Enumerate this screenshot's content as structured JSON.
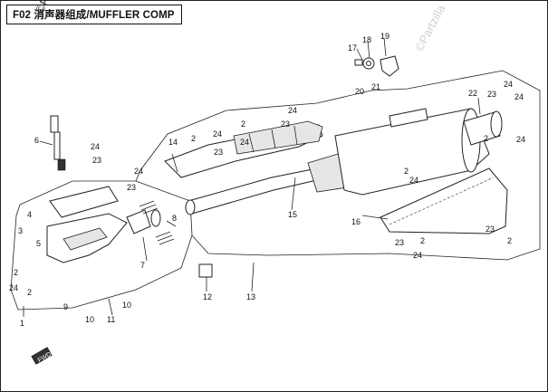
{
  "header": {
    "title": "F02 消声器组成/MUFFLER COMP"
  },
  "watermarks": {
    "left": "©Partzilla",
    "right": "©Partzilla"
  },
  "direction_tag": "FWD",
  "callouts": {
    "c1": "1",
    "c2a": "2",
    "c2b": "2",
    "c2c": "2",
    "c2d": "2",
    "c2e": "2",
    "c2f": "2",
    "c2g": "2",
    "c2h": "2",
    "c3": "3",
    "c4": "4",
    "c5": "5",
    "c6": "6",
    "c7": "7",
    "c8": "8",
    "c9": "9",
    "c10a": "10",
    "c10b": "10",
    "c11": "11",
    "c12": "12",
    "c13": "13",
    "c14": "14",
    "c15": "15",
    "c16": "16",
    "c17": "17",
    "c18": "18",
    "c19": "19",
    "c20": "20",
    "c21": "21",
    "c22": "22",
    "c23a": "23",
    "c23b": "23",
    "c23c": "23",
    "c23d": "23",
    "c23e": "23",
    "c23f": "23",
    "c23g": "23",
    "c24a": "24",
    "c24b": "24",
    "c24c": "24",
    "c24d": "24",
    "c24e": "24",
    "c24f": "24",
    "c24g": "24",
    "c24h": "24",
    "c24i": "24",
    "c24j": "24",
    "c24k": "24"
  }
}
